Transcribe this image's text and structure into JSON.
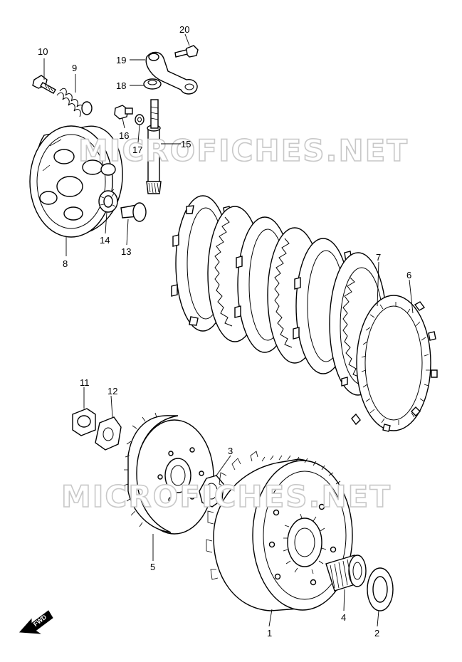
{
  "watermarks": [
    "MICROFICHES.NET",
    "MICROFICHES.NET"
  ],
  "fwd_label": "FWD",
  "callouts": [
    {
      "id": "1",
      "label": "1"
    },
    {
      "id": "2",
      "label": "2"
    },
    {
      "id": "3",
      "label": "3"
    },
    {
      "id": "4",
      "label": "4"
    },
    {
      "id": "5",
      "label": "5"
    },
    {
      "id": "6",
      "label": "6"
    },
    {
      "id": "7",
      "label": "7"
    },
    {
      "id": "8",
      "label": "8"
    },
    {
      "id": "9",
      "label": "9"
    },
    {
      "id": "10",
      "label": "10"
    },
    {
      "id": "11",
      "label": "11"
    },
    {
      "id": "12",
      "label": "12"
    },
    {
      "id": "13",
      "label": "13"
    },
    {
      "id": "14",
      "label": "14"
    },
    {
      "id": "15",
      "label": "15"
    },
    {
      "id": "16",
      "label": "16"
    },
    {
      "id": "17",
      "label": "17"
    },
    {
      "id": "18",
      "label": "18"
    },
    {
      "id": "19",
      "label": "19"
    },
    {
      "id": "20",
      "label": "20"
    }
  ]
}
